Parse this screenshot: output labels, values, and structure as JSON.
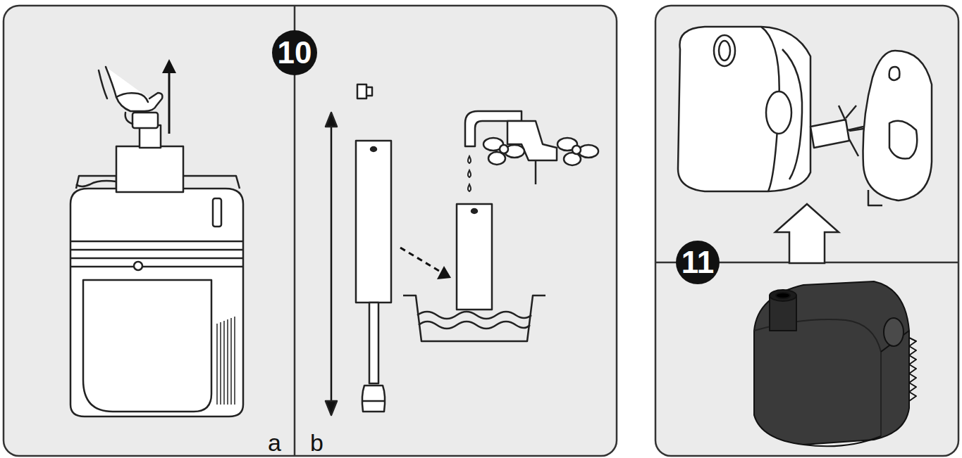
{
  "diagram": {
    "nodes": [
      {
        "text": [
          "10"
        ]
      },
      {
        "text": [
          "11"
        ]
      }
    ],
    "labels": [
      "a",
      "b"
    ]
  }
}
